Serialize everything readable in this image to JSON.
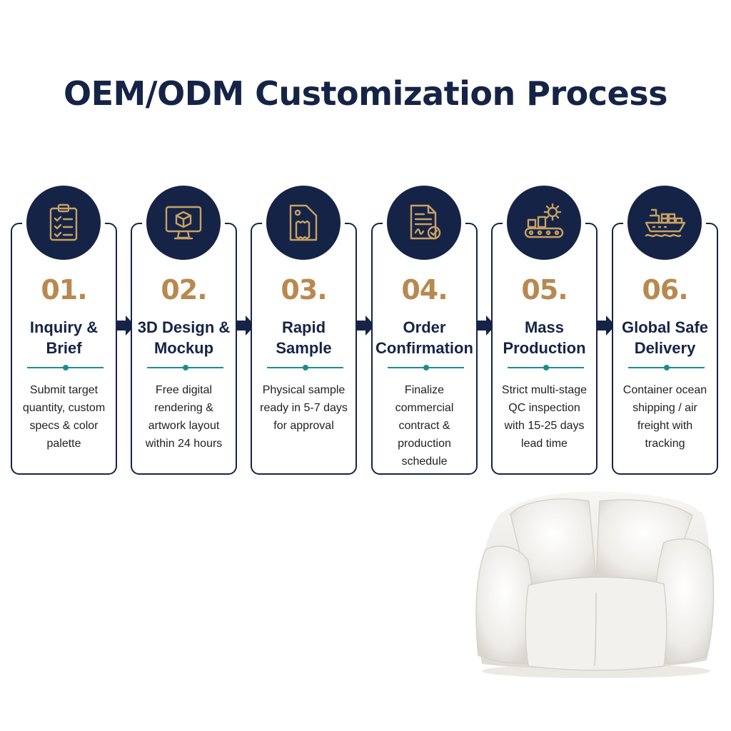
{
  "title": "OEM/ODM Customization Process",
  "colors": {
    "navy": "#152446",
    "gold": "#b8894f",
    "teal": "#1e8c8c"
  },
  "steps": [
    {
      "number": "01.",
      "title": "Inquiry & Brief",
      "description": "Submit target quantity, custom specs & color palette",
      "icon": "clipboard-checklist-icon"
    },
    {
      "number": "02.",
      "title": "3D Design & Mockup",
      "description": "Free digital rendering & artwork layout within 24 hours",
      "icon": "monitor-3d-cube-icon"
    },
    {
      "number": "03.",
      "title": "Rapid Sample",
      "description": "Physical sample ready in 5-7 days for approval",
      "icon": "fabric-swatch-tag-icon"
    },
    {
      "number": "04.",
      "title": "Order Confirmation",
      "description": "Finalize commercial contract & production schedule",
      "icon": "signed-contract-icon"
    },
    {
      "number": "05.",
      "title": "Mass Production",
      "description": "Strict multi-stage QC inspection with 15-25 days lead time",
      "icon": "factory-conveyor-gear-icon"
    },
    {
      "number": "06.",
      "title": "Global Safe Delivery",
      "description": "Container ocean shipping / air freight with tracking",
      "icon": "cargo-ship-icon"
    }
  ]
}
